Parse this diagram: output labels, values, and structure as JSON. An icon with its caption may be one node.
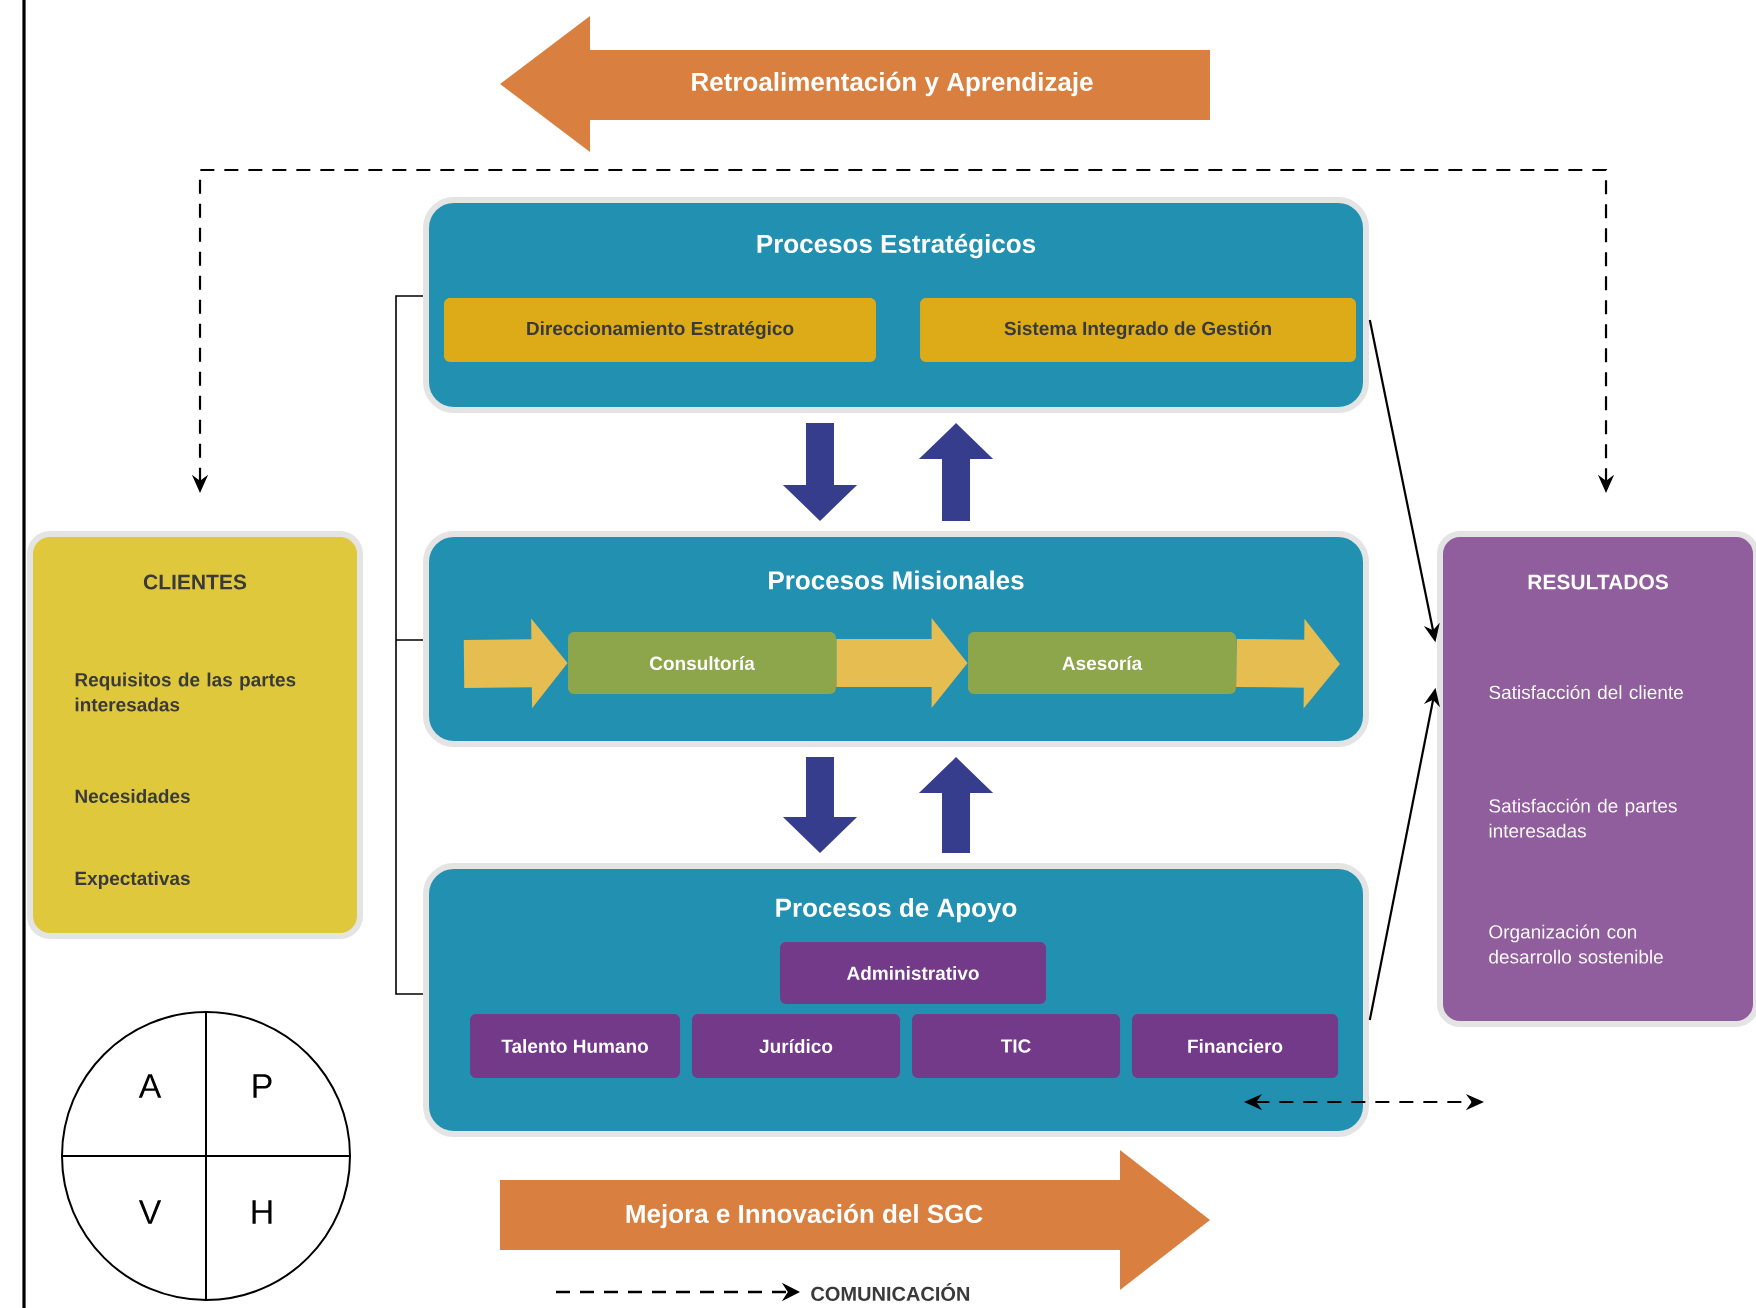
{
  "diagram": {
    "nodes": [
      {
        "text": [
          "Retroalimentación y Aprendizaje"
        ]
      },
      {
        "text": [
          "Procesos Estratégicos"
        ]
      },
      {
        "text": [
          "Direccionamiento Estratégico"
        ],
        "in": 1
      },
      {
        "text": [
          "Sistema Integrado de Gestión"
        ],
        "in": 1
      },
      {
        "text": [
          "CLIENTES",
          "Requisitos de las partes interesadas",
          "Necesidades",
          "Expectativas"
        ]
      },
      {
        "text": [
          "Procesos Misionales"
        ]
      },
      {
        "text": [
          "Consultoría"
        ],
        "in": 5
      },
      {
        "text": [
          "Asesoría"
        ],
        "in": 5
      },
      {
        "text": [
          "RESULTADOS",
          "Satisfacción del cliente",
          "Satisfacción de partes interesadas",
          "Organización con desarrollo sostenible"
        ]
      },
      {
        "text": [
          "Procesos de Apoyo"
        ]
      },
      {
        "text": [
          "Administrativo"
        ],
        "in": 9
      },
      {
        "text": [
          "Talento Humano"
        ],
        "in": 9
      },
      {
        "text": [
          "Jurídico"
        ],
        "in": 9
      },
      {
        "text": [
          "TIC"
        ],
        "in": 9
      },
      {
        "text": [
          "Financiero"
        ],
        "in": 9
      },
      {
        "text": [
          "A",
          "P",
          "V",
          "H"
        ]
      },
      {
        "text": [
          "Mejora e Innovación del SGC"
        ]
      }
    ],
    "edges": [
      {
        "from": null,
        "to": 6,
        "arrow": "to",
        "color": "#e6bd50"
      },
      {
        "from": 6,
        "to": 7,
        "arrow": "to",
        "color": "#e6bd50"
      },
      {
        "from": 7,
        "to": null,
        "arrow": "to",
        "color": "#e6bd50"
      },
      {
        "from": 1,
        "to": 5,
        "arrow": "to",
        "color": "#363d8c"
      },
      {
        "from": 5,
        "to": 1,
        "arrow": "to",
        "color": "#363d8c"
      },
      {
        "from": 5,
        "to": 9,
        "arrow": "to",
        "color": "#363d8c"
      },
      {
        "from": 9,
        "to": 5,
        "arrow": "to",
        "color": "#363d8c"
      },
      {
        "from": 1,
        "to": 8,
        "arrow": "to",
        "color": "#000000"
      },
      {
        "from": 9,
        "to": 8,
        "arrow": "to",
        "color": "#000000"
      },
      {
        "from": 4,
        "to": 8,
        "arrow": "both",
        "style": "dashed",
        "color": "#000000"
      },
      {
        "from": 9,
        "to": null,
        "arrow": "both",
        "style": "dashed",
        "color": "#000000"
      }
    ],
    "legend": [
      {
        "text": "COMUNICACIÓN"
      }
    ]
  }
}
